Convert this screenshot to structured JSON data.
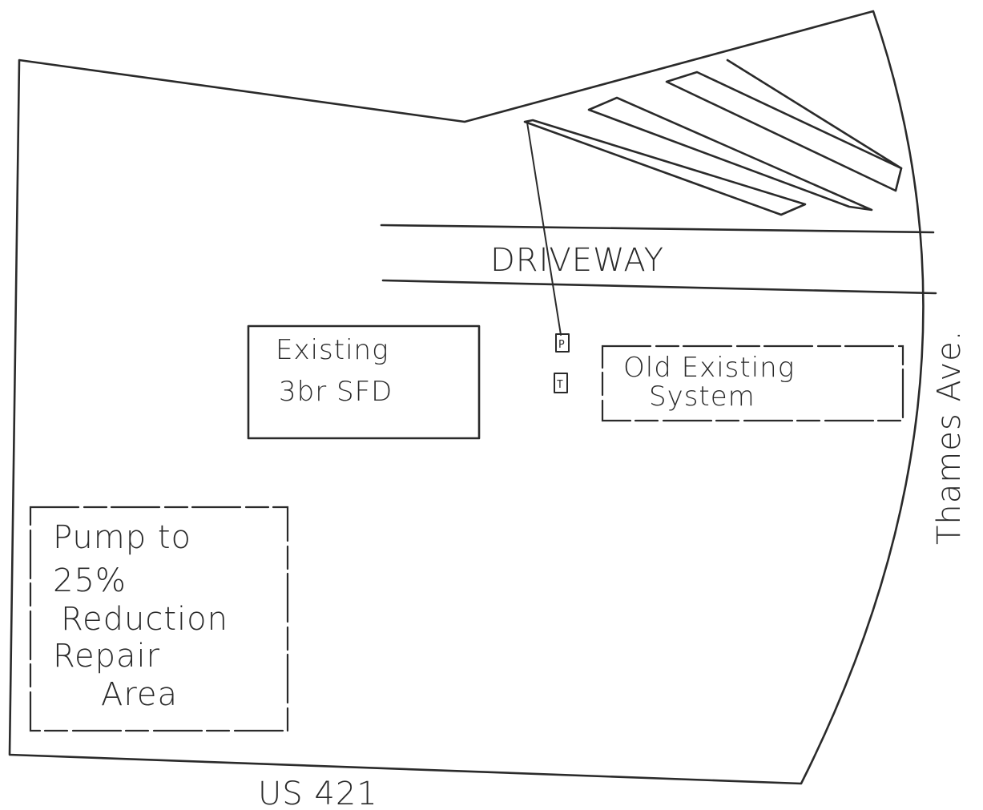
{
  "labels": {
    "driveway": "DRIVEWAY",
    "street_right": "Thames Ave.",
    "street_bottom": "US 421",
    "house_line1": "Existing",
    "house_line2": "3br SFD",
    "old_system_line1": "Old Existing",
    "old_system_line2": "System",
    "repair_line1": "Pump to",
    "repair_line2": "25%",
    "repair_line3": "Reduction",
    "repair_line4": "Repair",
    "repair_line5": "Area",
    "pump_tank_letter": "P",
    "septic_tank_letter": "T"
  }
}
